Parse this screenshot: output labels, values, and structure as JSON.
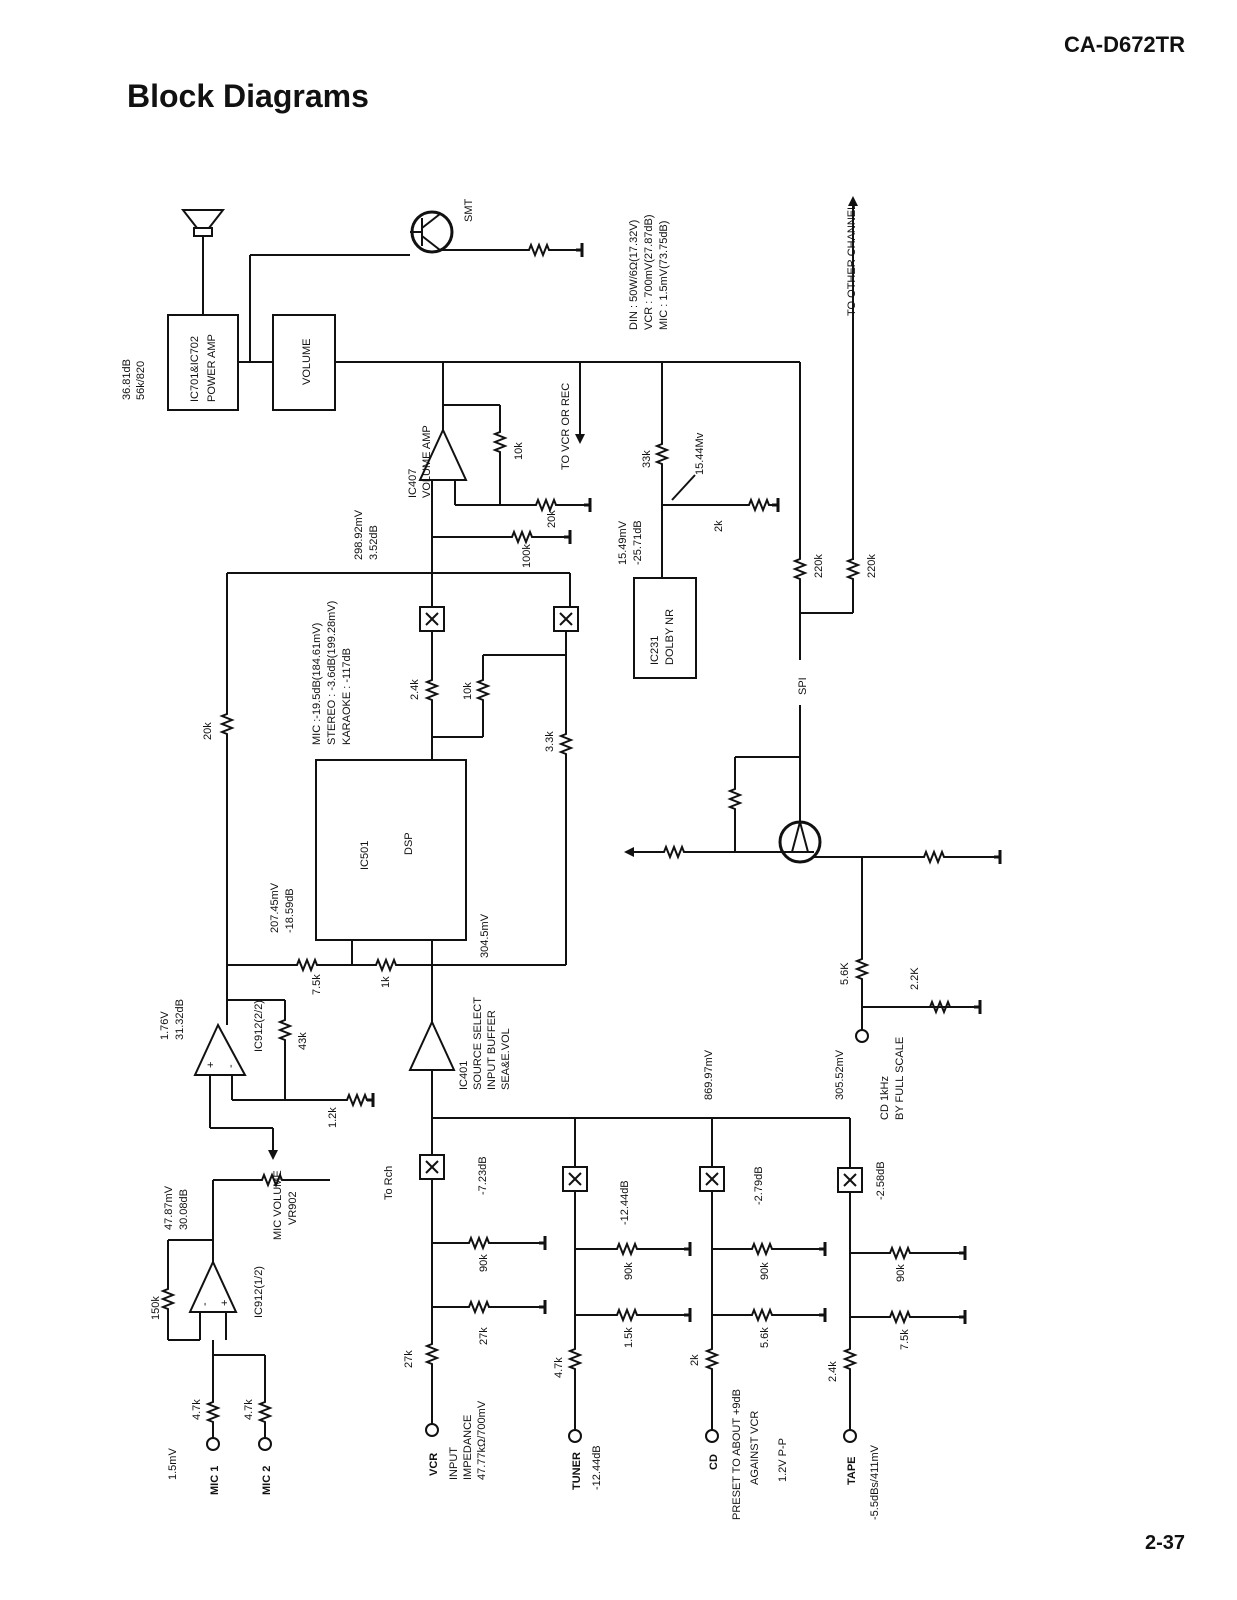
{
  "header": {
    "model": "CA-D672TR",
    "title": "Block Diagrams",
    "page": "2-37"
  },
  "blocks": {
    "power_amp": [
      "IC701&IC702",
      "POWER AMP"
    ],
    "volume": "VOLUME",
    "volume_amp": [
      "IC407",
      "VOLUME AMP"
    ],
    "dolby": [
      "IC231",
      "DOLBY NR"
    ],
    "dsp": [
      "IC501",
      "DSP"
    ],
    "source_select": [
      "IC401",
      "SOURCE SELECT",
      "INPUT BUFFER",
      "SEA&E.VOL"
    ],
    "mic_amp1": "IC912(1/2)",
    "mic_amp2": "IC912(2/2)",
    "mic_volume": [
      "MIC VOLUME",
      "VR902"
    ]
  },
  "labels": {
    "smt": "SMT",
    "power_level": [
      "36.81dB",
      "56k/820"
    ],
    "spec": [
      "DIN : 50W/6Ω(17.32V)",
      "VCR : 700mV(27.87dB)",
      "MIC : 1.5mV(73.75dB)"
    ],
    "to_other_channel": "TO OTHER  CHANNEL",
    "to_vcr_rec": "TO VCR OR REC",
    "v_298": [
      "298.92mV",
      "3.52dB"
    ],
    "dolby_level": [
      "15.49mV",
      "-25.71dB"
    ],
    "dolby_level2": "15.44Mv",
    "dsp_levels": [
      "MIC :-19.5dB(184.61mV)",
      "STEREO : -3.6dB(199.28mV)",
      "KARAOKE : -117dB"
    ],
    "spi": "SPI",
    "v_207": [
      "207.45mV",
      "-18.59dB"
    ],
    "v_304": "304.5mV",
    "v_176": [
      "1.76V",
      "31.32dB"
    ],
    "v_869": "869.97mV",
    "v_305": "305.52mV",
    "cd_ref": [
      "CD 1kHz",
      "BY FULL SCALE"
    ],
    "v_4787": [
      "47.87mV",
      "30.08dB"
    ],
    "to_rch": "To Rch",
    "mic_level": "1.5mV",
    "mic1": "MIC 1",
    "mic2": "MIC 2",
    "vcr": "VCR",
    "vcr_note": [
      "INPUT",
      "IMPEDANCE",
      "47.77kΩ/700mV"
    ],
    "tuner": "TUNER",
    "tuner_note": "-12.44dB",
    "cd": "CD",
    "cd_note": [
      "PRESET TO ABOUT +9dB",
      "AGAINST VCR",
      "1.2V P-P"
    ],
    "tape": "TAPE",
    "tape_note": "-5.5dBs/411mV",
    "g_vcr": "-7.23dB",
    "g_tuner": "-12.44dB",
    "g_cd": "-2.79dB",
    "g_tape": "-2.58dB"
  },
  "resistors": {
    "r10k_top": "10k",
    "r20k": "20k",
    "r100k": "100k",
    "r33k": "33k",
    "r2k_dolby": "2k",
    "r220k_a": "220k",
    "r220k_b": "220k",
    "r24k_dsp": "2.4k",
    "r10k_dsp": "10k",
    "r33k_dsp": "3.3k",
    "r20k_fb": "20k",
    "r75k": "7.5k",
    "r1k": "1k",
    "r43k": "43k",
    "r12k": "1.2k",
    "r56k": "5.6K",
    "r22k": "2.2K",
    "r150k": "150k",
    "r47k_m1": "4.7k",
    "r47k_m2": "4.7k",
    "vcr_a": "90k",
    "vcr_b": "27k",
    "vcr_s": "27k",
    "tun_a": "90k",
    "tun_b": "1.5k",
    "tun_s": "4.7k",
    "cd_a": "90k",
    "cd_b": "5.6k",
    "cd_s": "2k",
    "tape_a": "90k",
    "tape_b": "7.5k",
    "tape_s": "2.4k"
  }
}
